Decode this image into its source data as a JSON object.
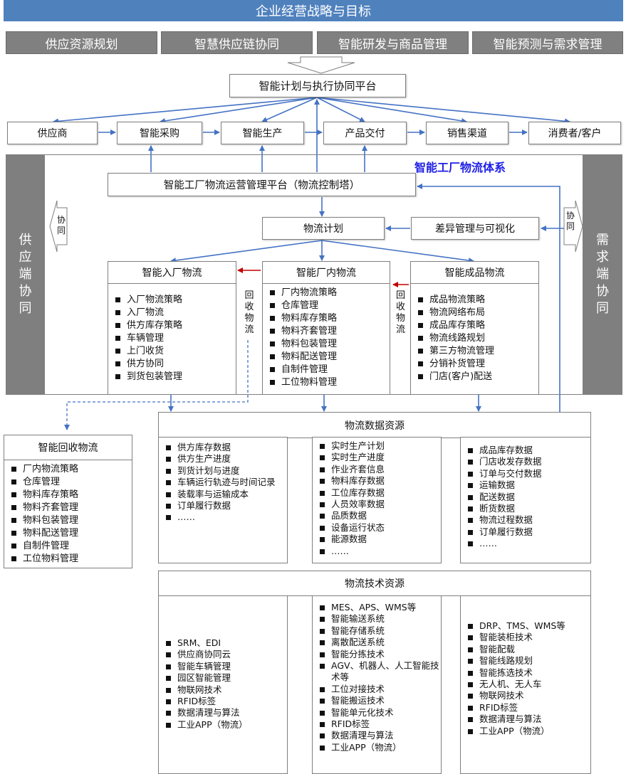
{
  "top": {
    "banner": "企业经营战略与目标",
    "tabs": [
      "供应资源规划",
      "智慧供应链协同",
      "智能研发与商品管理",
      "智能预测与需求管理"
    ]
  },
  "platform": "智能计划与执行协同平台",
  "chain": [
    "供应商",
    "智能采购",
    "智能生产",
    "产品交付",
    "销售渠道",
    "消费者/客户"
  ],
  "system_title": "智能工厂物流体系",
  "left_side": "供\n应\n端\n协\n同",
  "right_side": "需\n求\n端\n协\n同",
  "coop_left": "协\n同",
  "coop_right": "协\n同",
  "control_tower": "智能工厂物流运营管理平台（物流控制塔）",
  "logistics_plan": "物流计划",
  "visibility": "差异管理与可视化",
  "recycle1": "回\n收\n物\n流",
  "recycle2": "回\n收\n物\n流",
  "inbound": {
    "title": "智能入厂物流",
    "items": [
      "入厂物流策略",
      "入厂物流",
      "供方库存策略",
      "车辆管理",
      "上门收货",
      "供方协同",
      "到货包装管理"
    ]
  },
  "inplant": {
    "title": "智能厂内物流",
    "items": [
      "厂内物流策略",
      "仓库管理",
      "物料库存策略",
      "物料齐套管理",
      "物料包装管理",
      "物料配送管理",
      "自制件管理",
      "工位物料管理"
    ]
  },
  "outbound": {
    "title": "智能成品物流",
    "items": [
      "成品物流策略",
      "物流网络布局",
      "成品库存策略",
      "物流线路规划",
      "第三方物流管理",
      "分销补货管理",
      "门店(客户)配送"
    ]
  },
  "reverse": {
    "title": "智能回收物流",
    "items": [
      "厂内物流策略",
      "仓库管理",
      "物料库存策略",
      "物料齐套管理",
      "物料包装管理",
      "物料配送管理",
      "自制件管理",
      "工位物料管理"
    ]
  },
  "data_res": {
    "title": "物流数据资源",
    "col1": [
      "供方库存数据",
      "供方生产进度",
      "到货计划与进度",
      "车辆运行轨迹与时间记录",
      "装载率与运输成本",
      "订单履行数据",
      "……"
    ],
    "col2": [
      "实时生产计划",
      "实时生产进度",
      "作业齐套信息",
      "物料库存数据",
      "工位库存数据",
      "人员效率数据",
      "品质数据",
      "设备运行状态",
      "能源数据",
      "……"
    ],
    "col3": [
      "成品库存数据",
      "门店收发存数据",
      "订单与交付数据",
      "运输数据",
      "配送数据",
      "断货数据",
      "物流过程数据",
      "订单履行数据",
      "……"
    ]
  },
  "tech_res": {
    "title": "物流技术资源",
    "col1": [
      "SRM、EDI",
      "供应商协同云",
      "智能车辆管理",
      "园区智能管理",
      "物联网技术",
      "RFID标签",
      "数据清理与算法",
      "工业APP（物流）"
    ],
    "col2": [
      "MES、APS、WMS等",
      "智能输送系统",
      "智能存储系统",
      "离散配送系统",
      "智能分拣技术",
      "AGV、机器人、人工智能技术等",
      "工位对接技术",
      "智能搬运技术",
      "智能单元化技术",
      "RFID标签",
      "数据清理与算法",
      "工业APP（物流）"
    ],
    "col3": [
      "DRP、TMS、WMS等",
      "智能装柜技术",
      "智能配载",
      "智能线路规划",
      "智能拣选技术",
      "无人机、无人车",
      "物联网技术",
      "RFID标签",
      "数据清理与算法",
      "工业APP（物流）"
    ]
  },
  "colors": {
    "banner": "#4f81bd",
    "arrow": "#4472c4",
    "red_arrow": "#c00000",
    "gray": "#7f7f7f",
    "title_blue": "#1f1fe6"
  }
}
